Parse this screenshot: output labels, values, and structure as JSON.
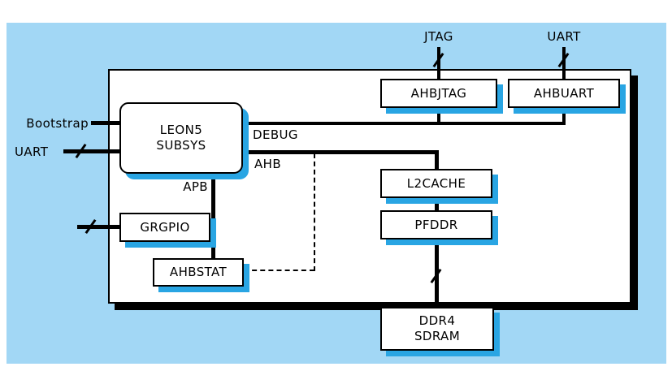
{
  "colors": {
    "page_bg": "#ffffff",
    "canvas_bg": "#a2d7f5",
    "box_bg": "#ffffff",
    "line": "#000000",
    "inner_shadow": "#29a5e3",
    "outer_shadow": "#000000",
    "text": "#000000"
  },
  "external_labels": {
    "jtag": "JTAG",
    "uart_top": "UART",
    "bootstrap": "Bootstrap",
    "uart_left": "UART"
  },
  "bus_labels": {
    "debug": "DEBUG",
    "ahb": "AHB",
    "apb": "APB"
  },
  "blocks": {
    "ahbjtag": "AHBJTAG",
    "ahbuart": "AHBUART",
    "leon5": "LEON5\nSUBSYS",
    "l2cache": "L2CACHE",
    "pfddr": "PFDDR",
    "grgpio": "GRGPIO",
    "ahbstat": "AHBSTAT",
    "ddr4": "DDR4\nSDRAM"
  }
}
